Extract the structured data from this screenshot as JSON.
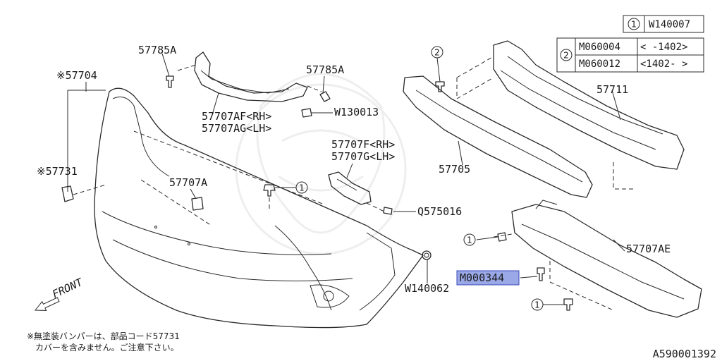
{
  "callout_table": {
    "rows": [
      {
        "ref": "1",
        "codes": [
          {
            "part": "W140007",
            "range": ""
          }
        ]
      },
      {
        "ref": "2",
        "codes": [
          {
            "part": "M060004",
            "range": "<    -1402>"
          },
          {
            "part": "M060012",
            "range": "<1402-    >"
          }
        ]
      }
    ]
  },
  "parts": {
    "p57785A_left": "57785A",
    "p57785A_right": "57785A",
    "p57704": "※57704",
    "p57731": "※57731",
    "p57707AF": "57707AF<RH>",
    "p57707AG": "57707AG<LH>",
    "pW130013": "W130013",
    "p57707F": "57707F<RH>",
    "p57707G": "57707G<LH>",
    "p57707A": "57707A",
    "pQ575016": "Q575016",
    "p57705": "57705",
    "p57711": "57711",
    "p57707AE": "57707AE",
    "pM000344": "M000344",
    "pW140062": "W140062"
  },
  "callouts": {
    "one": "1",
    "two": "2"
  },
  "front_label": "FRONT",
  "footnote": {
    "line1": "※無塗装バンパーは、部品コード57731",
    "line2": "カバーを含みません。ご注意下さい。"
  },
  "diagram_id": "A590001392",
  "highlight_color": "#9aa8e8"
}
